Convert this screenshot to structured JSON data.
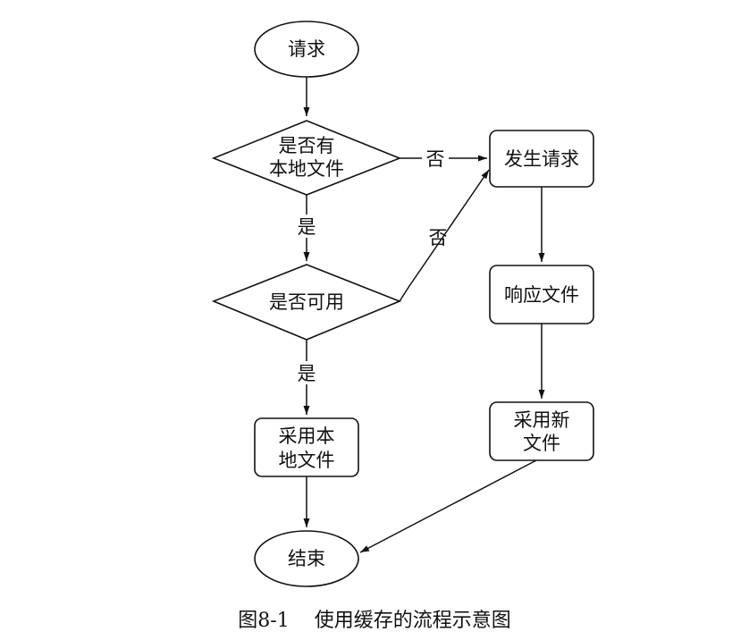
{
  "nodes": {
    "request": "请求",
    "has_local_line1": "是否有",
    "has_local_line2": "本地文件",
    "available": "是否可用",
    "use_local_line1": "采用本",
    "use_local_line2": "地文件",
    "end": "结束",
    "send_request": "发生请求",
    "response_file": "响应文件",
    "use_new_line1": "采用新",
    "use_new_line2": "文件"
  },
  "edges": {
    "has_local_no": "否",
    "has_local_yes": "是",
    "available_no": "否",
    "available_yes": "是"
  },
  "caption": {
    "number": "图8-1",
    "title": "使用缓存的流程示意图"
  }
}
